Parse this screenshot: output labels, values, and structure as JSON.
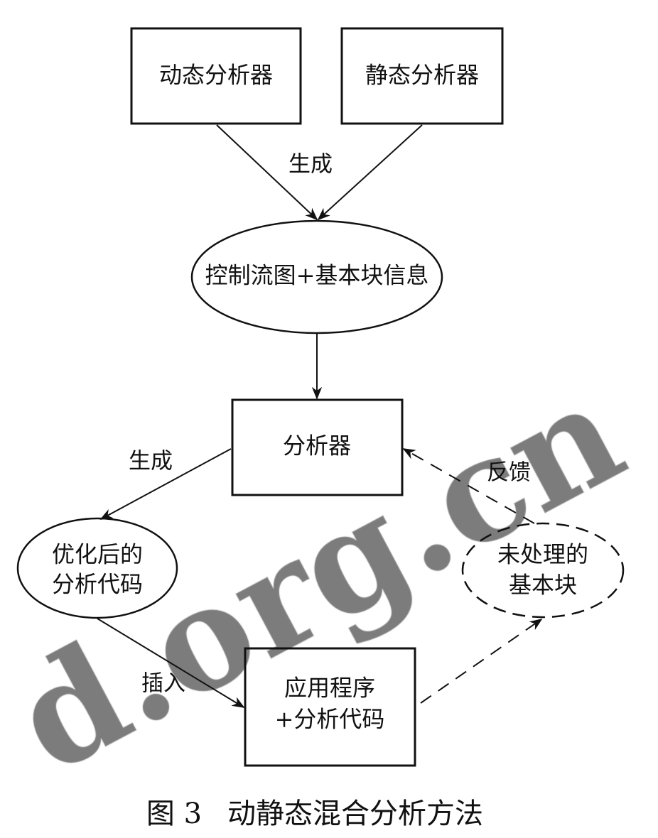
{
  "diagram": {
    "nodes": {
      "dynamic_analyzer": {
        "label": "动态分析器"
      },
      "static_analyzer": {
        "label": "静态分析器"
      },
      "cfg_info": {
        "label": "控制流图+基本块信息"
      },
      "analyzer": {
        "label": "分析器"
      },
      "optimized_code": {
        "line1": "优化后的",
        "line2": "分析代码"
      },
      "unprocessed_blocks": {
        "line1": "未处理的",
        "line2": "基本块"
      },
      "app_code": {
        "line1": "应用程序",
        "line2": "+分析代码"
      }
    },
    "edges": {
      "generate_top": "生成",
      "generate_left": "生成",
      "feedback": "反馈",
      "insert": "插入"
    }
  },
  "caption": {
    "number": "图 3",
    "title": "动静态混合分析方法"
  },
  "watermark": {
    "text": "d.org.cn"
  },
  "colors": {
    "stroke": "#111111",
    "background": "#ffffff",
    "watermark": "#d4d4d4"
  }
}
